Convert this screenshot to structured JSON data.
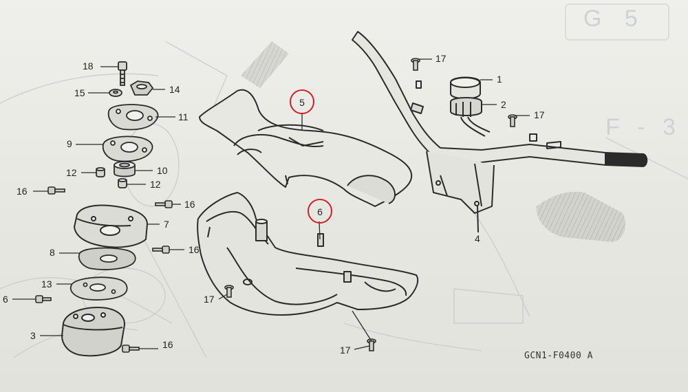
{
  "diagram": {
    "code": "GCN1-F0400 A",
    "faint_labels": [
      "G 5",
      "F - 3"
    ],
    "callouts": [
      {
        "id": "callout-18",
        "text": "18"
      },
      {
        "id": "callout-15",
        "text": "15"
      },
      {
        "id": "callout-14",
        "text": "14"
      },
      {
        "id": "callout-11",
        "text": "11"
      },
      {
        "id": "callout-9",
        "text": "9"
      },
      {
        "id": "callout-12a",
        "text": "12"
      },
      {
        "id": "callout-10",
        "text": "10"
      },
      {
        "id": "callout-12b",
        "text": "12"
      },
      {
        "id": "callout-16a",
        "text": "16"
      },
      {
        "id": "callout-16b",
        "text": "16"
      },
      {
        "id": "callout-7",
        "text": "7"
      },
      {
        "id": "callout-8",
        "text": "8"
      },
      {
        "id": "callout-16c",
        "text": "16"
      },
      {
        "id": "callout-13",
        "text": "13"
      },
      {
        "id": "callout-6a",
        "text": "6"
      },
      {
        "id": "callout-3",
        "text": "3"
      },
      {
        "id": "callout-16d",
        "text": "16"
      },
      {
        "id": "callout-17a",
        "text": "17"
      },
      {
        "id": "callout-17b",
        "text": "17"
      },
      {
        "id": "callout-17c",
        "text": "17"
      },
      {
        "id": "callout-17d",
        "text": "17"
      },
      {
        "id": "callout-1",
        "text": "1"
      },
      {
        "id": "callout-2",
        "text": "2"
      },
      {
        "id": "callout-4",
        "text": "4"
      }
    ],
    "highlighted": [
      {
        "id": "circled-5",
        "text": "5"
      },
      {
        "id": "circled-6",
        "text": "6"
      }
    ],
    "highlight_color": "#d21f2a"
  }
}
